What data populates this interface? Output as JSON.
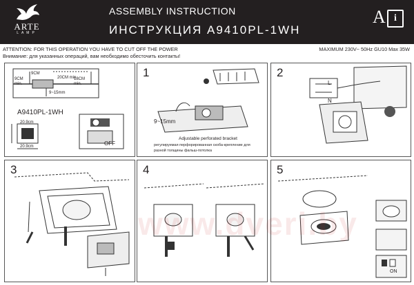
{
  "header": {
    "brand": "ARTE",
    "brand_sub": "LAMP",
    "title_en": "ASSEMBLY INSTRUCTION",
    "title_ru": "ИНСТРУКЦИЯ   A9410PL-1WH",
    "lang_letter": "A",
    "info_symbol": "i"
  },
  "notices": {
    "attention_en": "ATTENTION: FOR THIS OPERATION YOU HAVE TO CUT OFF THE POWER",
    "attention_ru": "Внимание: для указанных операций, вам необходимо обесточить контакты!",
    "specs": "MAXIMUM 230V~ 50Hz GU10 Max 35W"
  },
  "panel0": {
    "model": "A9410PL-1WH",
    "dim_left_top": "9CM",
    "dim_left_bottom": "min.",
    "dim_top": "9CM",
    "dim_mid": "20CM min.",
    "dim_right": "18CM",
    "dim_right2": "min.",
    "depth": "9~15mm",
    "size1": "20.9cm",
    "size2": "20.9cm",
    "switch_off": "OFF"
  },
  "panel1": {
    "number": "1",
    "depth": "9~15mm",
    "caption_en": "Adjustable perforated bracket",
    "caption_ru1": "регулируемая перфорированная скоба-крепление для",
    "caption_ru2": "разной толщины фальш-потолка"
  },
  "panel2": {
    "number": "2",
    "label_l": "L",
    "label_n": "N"
  },
  "panel3": {
    "number": "3"
  },
  "panel4": {
    "number": "4"
  },
  "panel5": {
    "number": "5",
    "switch_on": "ON"
  },
  "watermark": "www.dveri.by"
}
